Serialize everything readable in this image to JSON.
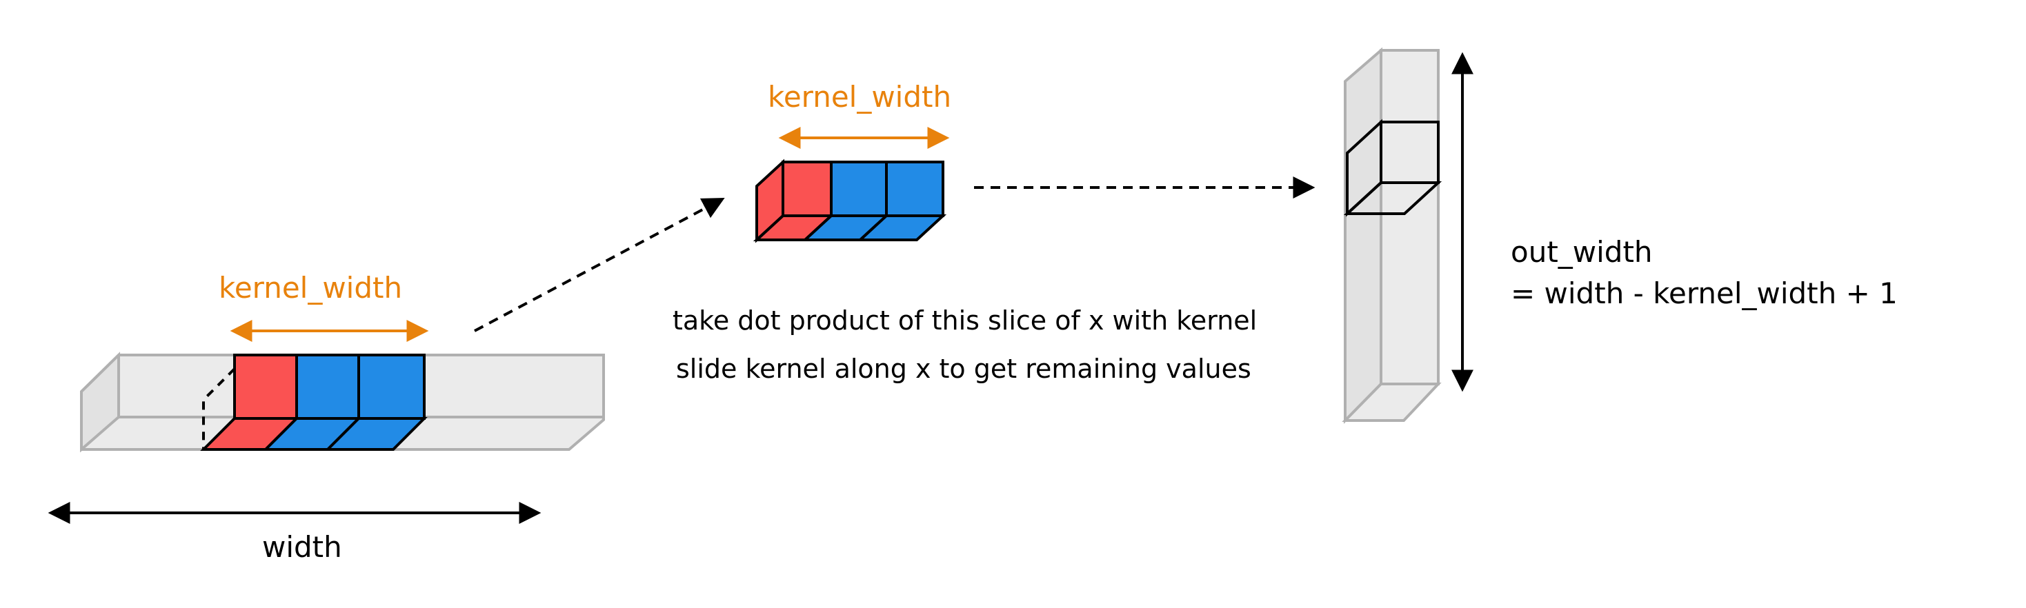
{
  "labels": {
    "kernel_width_bottom": "kernel_width",
    "kernel_width_top": "kernel_width",
    "width": "width",
    "note_line1": "take dot product of this slice of x with kernel",
    "note_line2": "slide kernel along x to get remaining values",
    "out_width_line1": "out_width",
    "out_width_line2": "= width - kernel_width + 1"
  },
  "colors": {
    "kernel_label": "#e8820c",
    "red_cell": "#fa5252",
    "blue_cell": "#228be6",
    "tensor_fill": "#ebebeb",
    "tensor_stroke": "#b0b0b0",
    "ink": "#000000"
  },
  "icons": [
    "double-arrow-icon",
    "dashed-arrow-icon"
  ]
}
